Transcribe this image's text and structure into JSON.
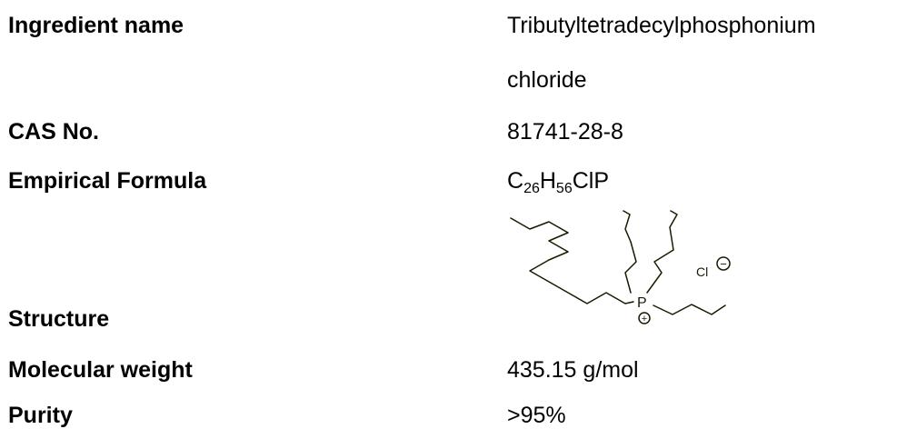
{
  "rows": [
    {
      "label": "Ingredient name",
      "value_line1": "Tributyltetradecylphosphonium",
      "value_line2": "chloride"
    },
    {
      "label": "CAS No.",
      "value": "81741-28-8"
    },
    {
      "label": "Empirical Formula",
      "formula": {
        "c": "C",
        "c_sub": "26",
        "h": "H",
        "h_sub": "56",
        "rest": "ClP"
      }
    },
    {
      "label": "Structure",
      "phosphorus": "P",
      "counterion": "Cl",
      "cation_charge": "+",
      "anion_charge": "−"
    },
    {
      "label": "Molecular weight",
      "value": "435.15 g/mol"
    },
    {
      "label": "Purity",
      "value": ">95%"
    }
  ],
  "colors": {
    "bond": "#1a1a00",
    "text": "#000000"
  }
}
